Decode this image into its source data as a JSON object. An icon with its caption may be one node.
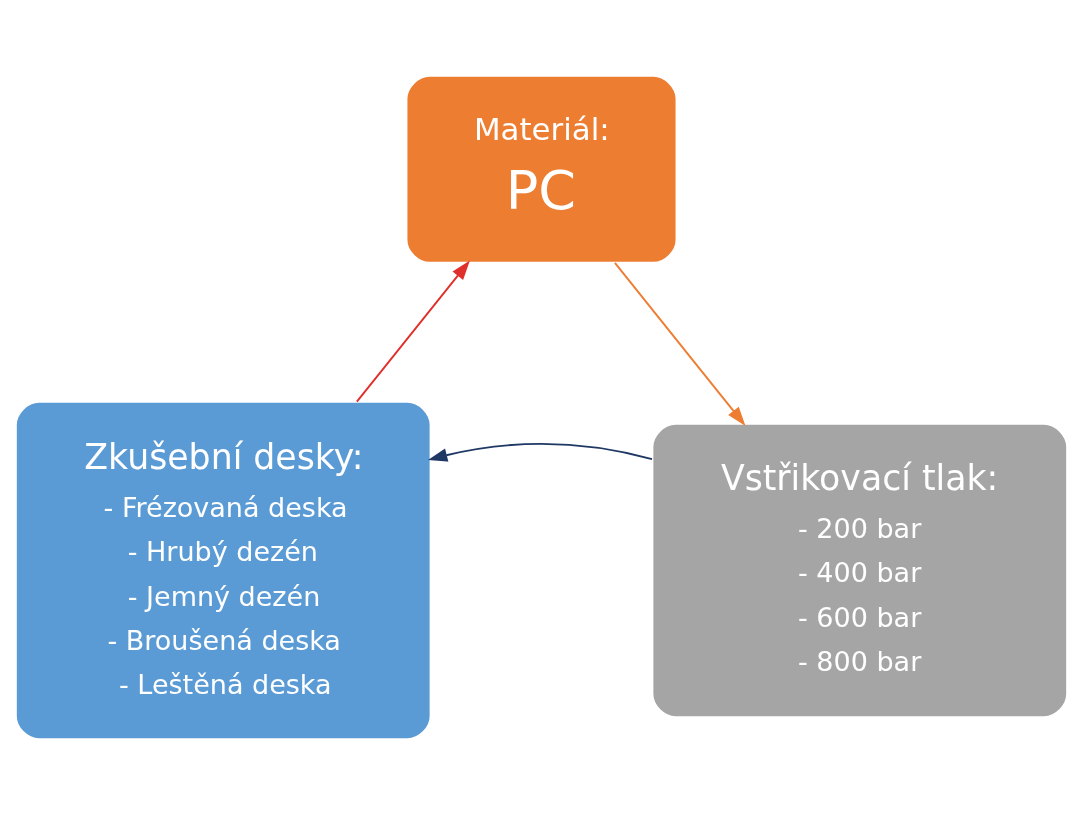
{
  "diagram": {
    "nodes": [
      {
        "text": [
          "Materiál:",
          "PC"
        ]
      },
      {
        "text": [
          "Vstřikovací tlak:",
          "- 200 bar",
          "- 400 bar",
          "- 600 bar",
          "- 800 bar"
        ]
      },
      {
        "text": [
          "Zkušební desky:",
          "- Frézovaná deska",
          "- Hrubý dezén",
          "- Jemný dezén",
          "- Broušená deska",
          "- Leštěná deska"
        ]
      }
    ],
    "edges": [
      {
        "from": 0,
        "to": 1,
        "arrow": "to",
        "color": "#ed7d31"
      },
      {
        "from": 1,
        "to": 2,
        "arrow": "to",
        "color": "#1f3864"
      },
      {
        "from": 2,
        "to": 0,
        "arrow": "to",
        "color": "#e0302c"
      }
    ]
  }
}
